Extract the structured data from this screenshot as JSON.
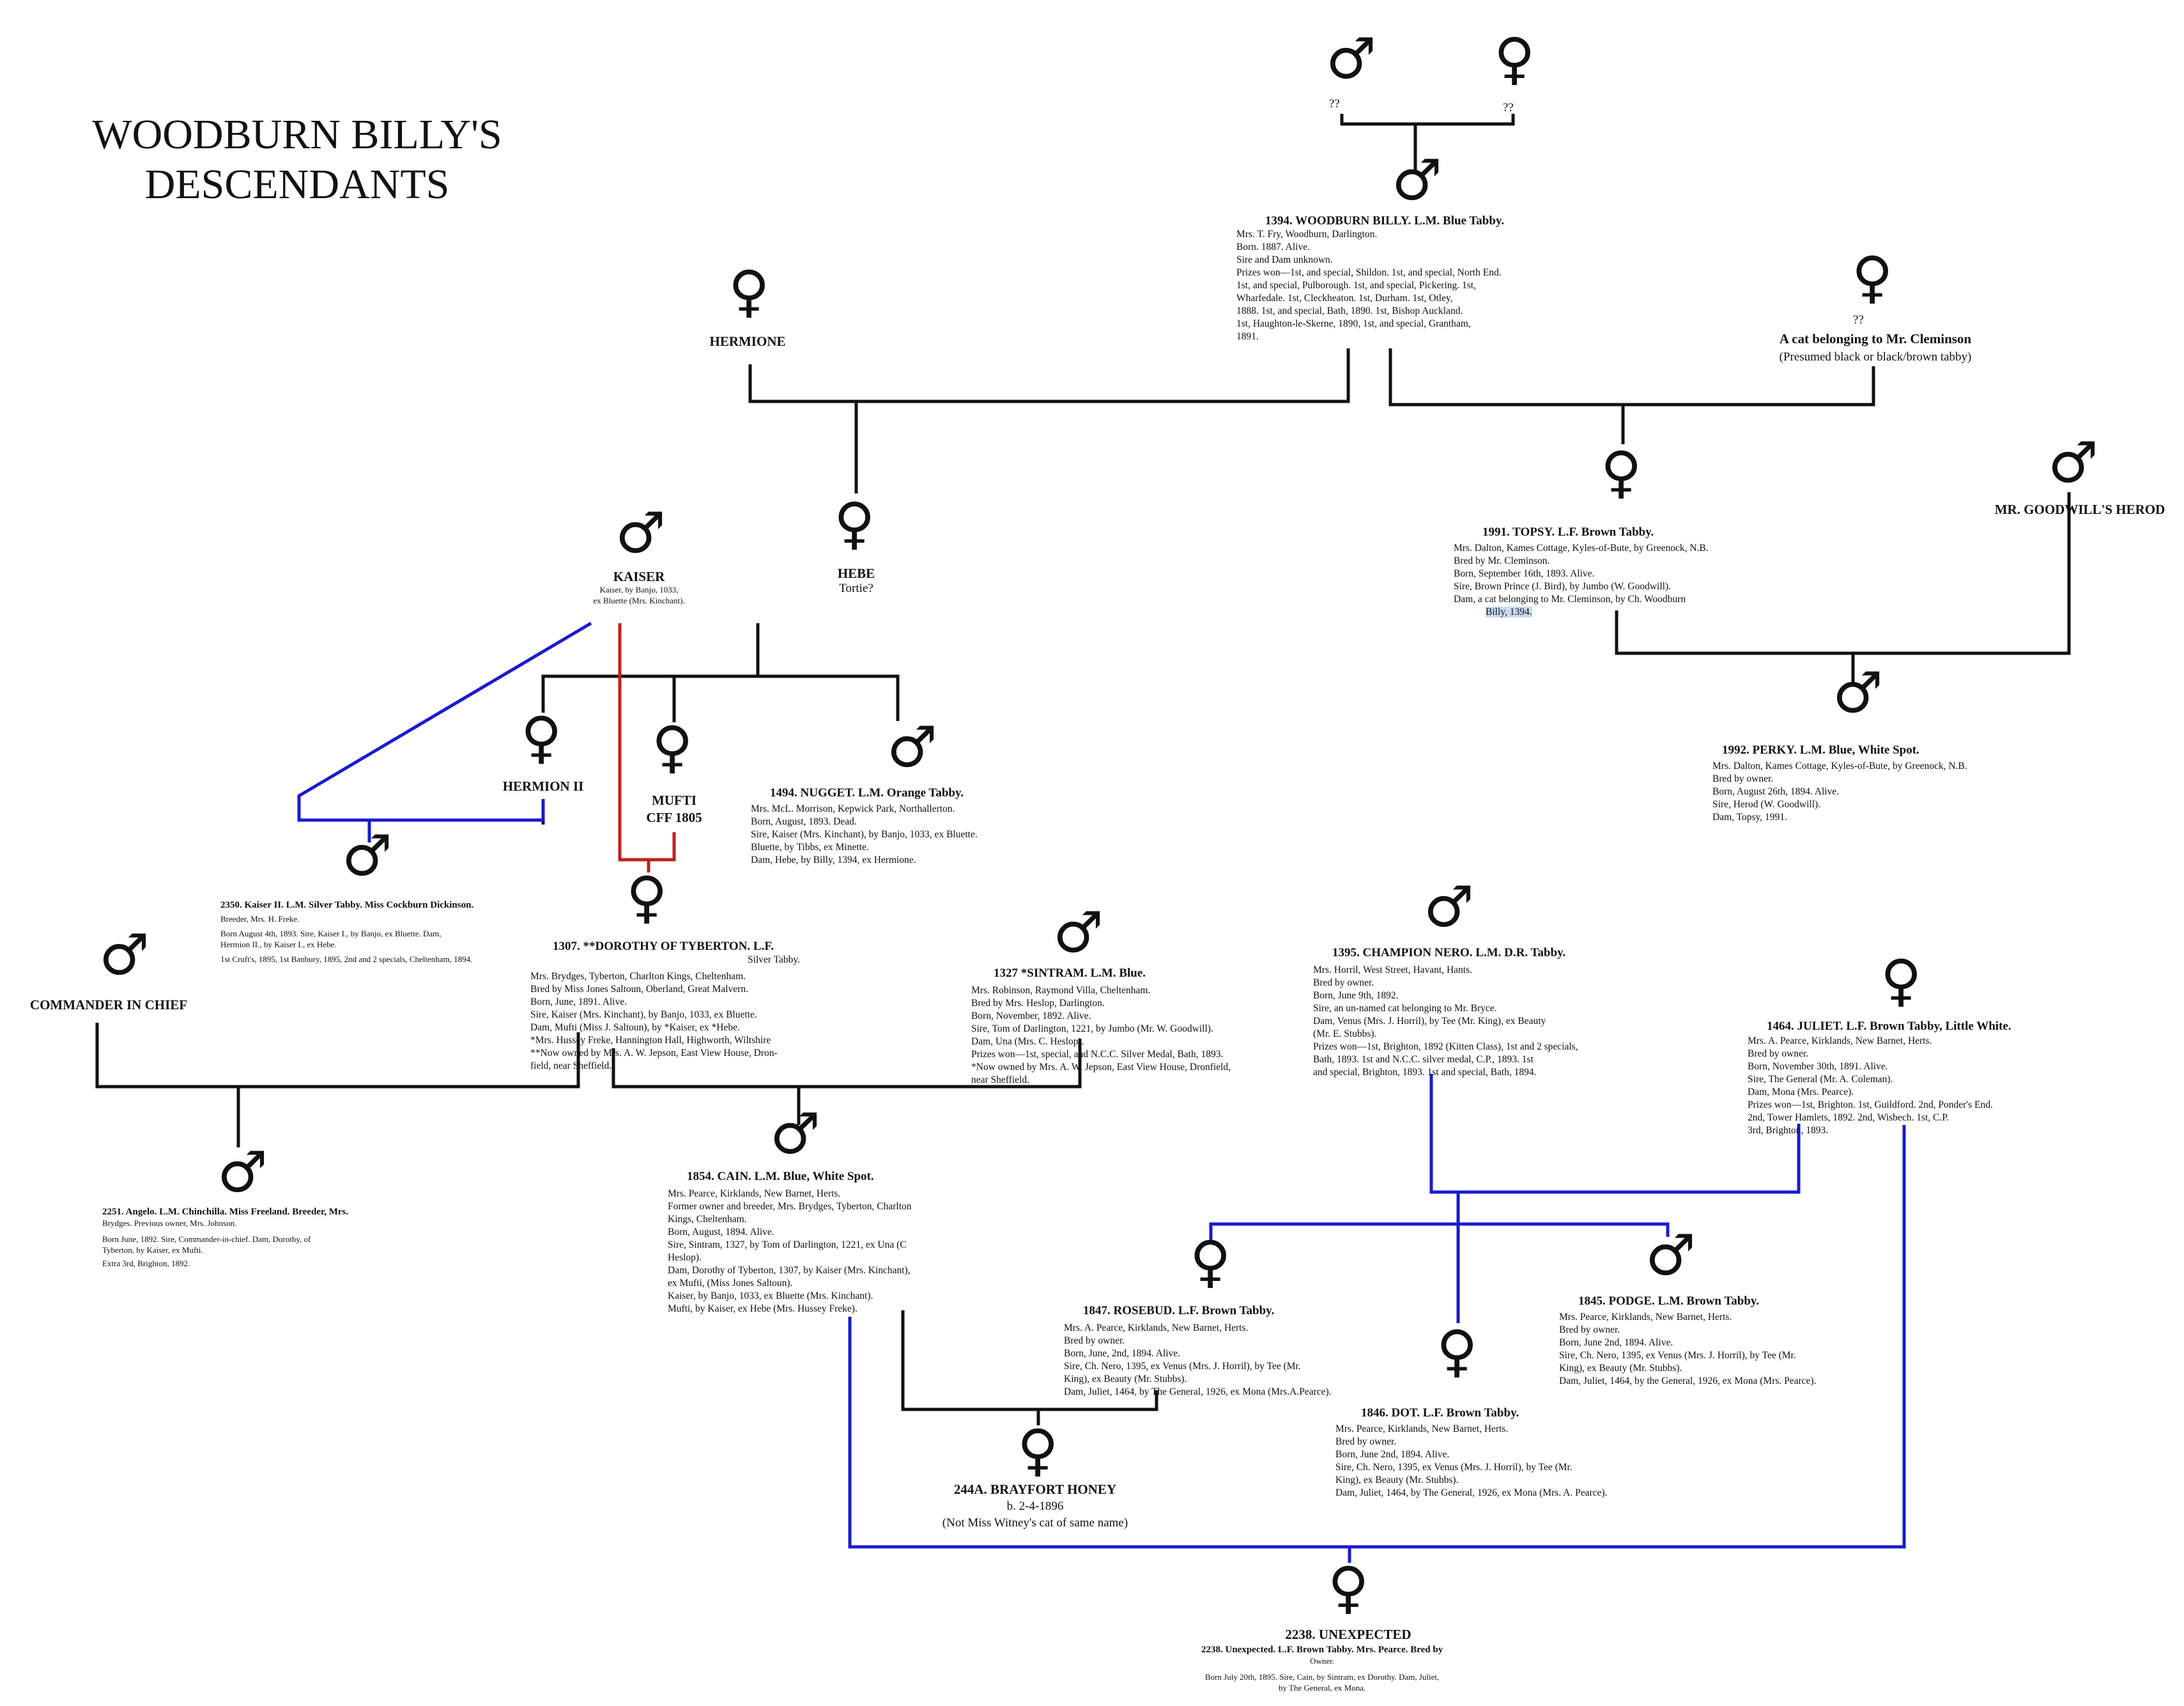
{
  "title": {
    "line1": "WOODBURN BILLY'S",
    "line2": "DESCENDANTS"
  },
  "colors": {
    "black_line": "#111111",
    "blue_line": "#1a1acf",
    "red_line": "#c0201e",
    "highlight": "#cfe8d0"
  },
  "symbols": {
    "male": "♂",
    "female": "♀"
  },
  "top": {
    "male_q": "??",
    "female_q": "??"
  },
  "woodburn": {
    "header": "1394.  WOODBURN BILLY.  L.M.     Blue Tabby.",
    "lines": [
      "Mrs. T. Fry, Woodburn, Darlington.",
      "Born. 1887.        Alive.",
      "Sire and Dam unknown.",
      "Prizes won—1st, and special, Shildon.  1st, and special, North End.",
      "   1st, and special, Pulborough.  1st, and special, Pickering.  1st,",
      "   Wharfedale.  1st, Cleckheaton.  1st, Durham.  1st, Otley,",
      "   1888.  1st, and special, Bath, 1890.  1st, Bishop Auckland.",
      "   1st, Haughton-le-Skerne, 1890,  1st, and special, Grantham,",
      "   1891."
    ]
  },
  "hermione": {
    "name": "HERMIONE"
  },
  "cleminson": {
    "q": "??",
    "name": "A cat belonging to Mr. Cleminson",
    "note": "(Presumed black or black/brown tabby)"
  },
  "kaiser": {
    "name": "KAISER",
    "lines": [
      "Kaiser, by Banjo, 1033,",
      "ex Bluette (Mrs. Kinchant)."
    ]
  },
  "hebe": {
    "name": "HEBE",
    "note": "Tortie?"
  },
  "topsy": {
    "header": "1991.       TOPSY.          L.F.         Brown Tabby.",
    "lines": [
      "Mrs. Dalton, Kames Cottage, Kyles-of-Bute, by Greenock, N.B.",
      "Bred by Mr. Cleminson.",
      "Born, September 16th, 1893.       Alive.",
      "Sire, Brown Prince (J. Bird), by Jumbo (W. Goodwill).",
      "Dam, a cat belonging to Mr. Cleminson, by Ch. Woodburn",
      "Billy, 1394."
    ]
  },
  "herod": {
    "name": "MR. GOODWILL'S HEROD"
  },
  "perky": {
    "header": "1992.     PERKY.        L.M.         Blue, White Spot.",
    "lines": [
      "Mrs. Dalton, Kames Cottage, Kyles-of-Bute, by Greenock, N.B.",
      "Bred by owner.",
      "Born, August 26th, 1894.        Alive.",
      "Sire, Herod (W. Goodwill).",
      "Dam, Topsy, 1991."
    ]
  },
  "hermion2": {
    "name": "HERMION II"
  },
  "mufti": {
    "name": "MUFTI",
    "sub": "CFF 1805"
  },
  "nugget": {
    "header": "1494.     NUGGET.       L.M.        Orange Tabby.",
    "lines": [
      "Mrs. McL. Morrison, Kepwick Park, Northallerton.",
      "Born, August, 1893.        Dead.",
      "Sire, Kaiser (Mrs. Kinchant), by Banjo, 1033, ex Bluette.",
      "Bluette, by Tibbs, ex Minette.",
      "Dam, Hebe, by Billy, 1394, ex Hermione."
    ]
  },
  "kaiser2": {
    "header": "2350.  Kaiser II.  L.M. Silver Tabby.   Miss Cockburn Dickinson.",
    "lines": [
      "Breeder, Mrs. H. Freke.",
      "Born August 4th, 1893.   Sire, Kaiser I., by Banjo, ex Bluette.   Dam,",
      "        Hermion II., by Kaiser I., ex Hebe.",
      "1st Cruft's, 1895, 1st Banbury, 1895, 2nd and 2 specials, Cheltenham, 1894."
    ]
  },
  "commander": {
    "name": "COMMANDER IN CHIEF"
  },
  "dorothy": {
    "header": "1307.        **DOROTHY OF TYBERTON.  L.F.",
    "sub": "Silver Tabby.",
    "lines": [
      "Mrs. Brydges, Tyberton, Charlton Kings, Cheltenham.",
      "Bred by Miss Jones Saltoun, Oberland, Great Malvern.",
      "Born, June, 1891.       Alive.",
      "Sire, Kaiser (Mrs. Kinchant), by Banjo, 1033, ex Bluette.",
      "Dam, Mufti (Miss J. Saltoun), by *Kaiser, ex *Hebe.",
      "*Mrs. Hussey Freke, Hannington Hall, Highworth, Wiltshire",
      "**Now owned by Mrs. A. W. Jepson, East View House, Dron-",
      "       field, near Sheffield."
    ]
  },
  "sintram": {
    "header": "1327     *SINTRAM.           L.M.             Blue.",
    "lines": [
      "Mrs. Robinson, Raymond Villa, Cheltenham.",
      "Bred by Mrs. Heslop, Darlington.",
      "Born, November, 1892.        Alive.",
      "Sire, Tom of Darlington, 1221, by Jumbo (Mr. W. Goodwill).",
      "Dam, Una (Mrs. C. Heslop).",
      "Prizes won—1st, special, and N.C.C. Silver Medal, Bath, 1893.",
      "*Now owned by Mrs. A. W. Jepson, East View House, Dronfield,",
      "       near Sheffield."
    ]
  },
  "nero": {
    "header": "1395.     CHAMPION NERO.  L.M.  D.R. Tabby.",
    "lines": [
      "Mrs. Horril, West Street, Havant, Hants.",
      "Bred by owner.",
      "Born, June 9th, 1892.",
      "Sire, an un-named cat belonging to Mr. Bryce.",
      "Dam, Venus (Mrs. J. Horril), by Tee (Mr. King), ex Beauty",
      "       (Mr. E. Stubbs).",
      "Prizes won—1st, Brighton, 1892 (Kitten Class), 1st and 2 specials,",
      "   Bath, 1893.   1st and N.C.C. silver medal, C.P., 1893.   1st",
      "   and special, Brighton, 1893.   1st and special, Bath, 1894."
    ]
  },
  "juliet": {
    "header": "1464.  JULIET.   L.F.   Brown Tabby, Little White.",
    "lines": [
      "Mrs. A. Pearce, Kirklands, New Barnet, Herts.",
      "Bred by owner.",
      "Born, November 30th, 1891.         Alive.",
      "Sire, The General (Mr. A. Coleman).",
      "Dam, Mona (Mrs. Pearce).",
      "Prizes won—1st, Brighton.   1st, Guildford.   2nd, Ponder's End.",
      "   2nd, Tower Hamlets, 1892.   2nd, Wisbech.   1st, C.P.",
      "   3rd, Brighton, 1893."
    ]
  },
  "angelo": {
    "header": "2251. Angelo.   L.M.  Chinchilla.  Miss Freeland.  Breeder, Mrs.",
    "lines": [
      "      Brydges.   Previous owner, Mrs. Johnson.",
      "Born June, 1892.   Sire, Commander-in-chief.   Dam, Dorothy, of",
      "      Tyberton, by Kaiser, ex Mufti.",
      "Extra 3rd, Brighton, 1892."
    ]
  },
  "cain": {
    "header": "1854.     CAIN.       L.M.      Blue, White Spot.",
    "lines": [
      "Mrs. Pearce, Kirklands, New Barnet, Herts.",
      "Former owner and breeder, Mrs. Brydges, Tyberton, Charlton",
      "   Kings, Cheltenham.",
      "Born, August, 1894.      Alive.",
      "Sire, Sintram, 1327, by Tom of Darlington, 1221, ex Una (C",
      "   Heslop).",
      "Dam, Dorothy of Tyberton, 1307, by Kaiser (Mrs. Kinchant),",
      "   ex Mufti, (Miss Jones Saltoun).",
      "Kaiser, by Banjo, 1033, ex Bluette (Mrs. Kinchant).",
      "Mufti, by Kaiser, ex Hebe (Mrs. Hussey Freke)."
    ]
  },
  "rosebud": {
    "header": "1847.     ROSEBUD.      L.F.       Brown Tabby.",
    "lines": [
      "Mrs. A. Pearce, Kirklands, New Barnet, Herts.",
      "Bred by owner.",
      "Born, June, 2nd, 1894.       Alive.",
      "Sire, Ch. Nero, 1395, ex Venus (Mrs. J. Horril), by Tee (Mr.",
      "   King), ex Beauty (Mr. Stubbs).",
      "Dam, Juliet, 1464, by The General, 1926, ex Mona (Mrs.A.Pearce)."
    ]
  },
  "podge": {
    "header": "1845.     PODGE.      L.M.          Brown Tabby.",
    "lines": [
      "Mrs. Pearce, Kirklands, New Barnet, Herts.",
      "Bred by owner.",
      "Born, June 2nd, 1894.       Alive.",
      "Sire, Ch. Nero, 1395, ex Venus (Mrs. J. Horril), by Tee (Mr.",
      "   King), ex Beauty (Mr. Stubbs).",
      "Dam, Juliet, 1464, by the General, 1926, ex Mona (Mrs. Pearce)."
    ]
  },
  "dot": {
    "header": "1846.     DOT.         L.F.           Brown Tabby.",
    "lines": [
      "Mrs. Pearce, Kirklands, New Barnet, Herts.",
      "Bred by owner.",
      "Born, June 2nd, 1894.        Alive.",
      "Sire, Ch. Nero, 1395, ex Venus (Mrs. J. Horril), by Tee (Mr.",
      "   King), ex Beauty (Mr. Stubbs).",
      "Dam, Juliet, 1464, by The General, 1926, ex Mona (Mrs. A. Pearce)."
    ]
  },
  "brayfort": {
    "name": "244A.  BRAYFORT HONEY",
    "born": "b. 2-4-1896",
    "note": "(Not Miss Witney's cat of same name)"
  },
  "unexpected": {
    "name": "2238. UNEXPECTED",
    "header": "2238.  Unexpected.   L.F.  Brown Tabby.   Mrs. Pearce.   Bred by",
    "lines": [
      "Owner.",
      "Born July 20th, 1895.  Sire, Cain, by Sintram, ex Dorothy.  Dam, Juliet,",
      "by The General, ex Mona."
    ]
  }
}
